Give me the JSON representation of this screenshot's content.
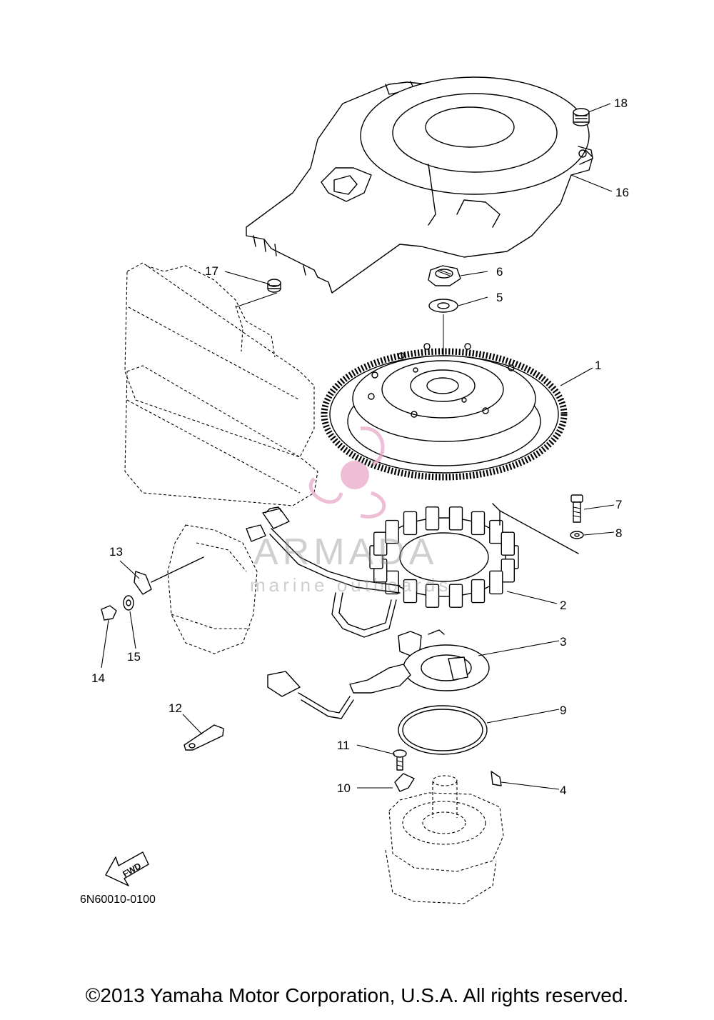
{
  "diagram": {
    "drawing_code": "6N60010-0100",
    "fwd_label": "FWD",
    "callouts": {
      "p1": "1",
      "p2": "2",
      "p3": "3",
      "p4": "4",
      "p5": "5",
      "p6": "6",
      "p7": "7",
      "p8": "8",
      "p9": "9",
      "p10": "10",
      "p11": "11",
      "p12": "12",
      "p13": "13",
      "p14": "14",
      "p15": "15",
      "p16": "16",
      "p17": "17",
      "p18": "18"
    }
  },
  "watermark": {
    "brand": "ARMADA",
    "tagline": "marine outboards",
    "color": "#e8a9c8"
  },
  "footer": {
    "copyright": "©2013 Yamaha Motor Corporation, U.S.A. All rights reserved."
  }
}
